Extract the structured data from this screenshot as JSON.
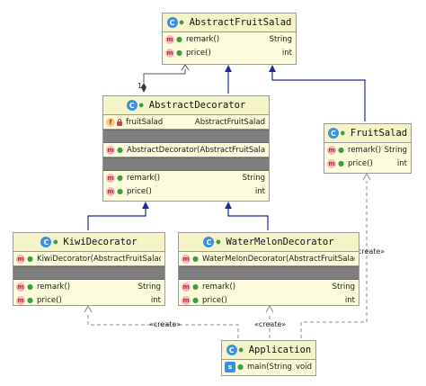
{
  "classes": {
    "abstract_fruit_salad": {
      "name": "AbstractFruitSalad",
      "methods": [
        {
          "name": "remark()",
          "type": "String"
        },
        {
          "name": "price()",
          "type": "int"
        }
      ]
    },
    "abstract_decorator": {
      "name": "AbstractDecorator",
      "fields": [
        {
          "name": "fruitSalad",
          "type": "AbstractFruitSalad"
        }
      ],
      "constructors": [
        {
          "name": "AbstractDecorator(AbstractFruitSalad)"
        }
      ],
      "methods": [
        {
          "name": "remark()",
          "type": "String"
        },
        {
          "name": "price()",
          "type": "int"
        }
      ]
    },
    "fruit_salad": {
      "name": "FruitSalad",
      "methods": [
        {
          "name": "remark()",
          "type": "String"
        },
        {
          "name": "price()",
          "type": "int"
        }
      ]
    },
    "kiwi_decorator": {
      "name": "KiwiDecorator",
      "constructors": [
        {
          "name": "KiwiDecorator(AbstractFruitSalad)"
        }
      ],
      "methods": [
        {
          "name": "remark()",
          "type": "String"
        },
        {
          "name": "price()",
          "type": "int"
        }
      ]
    },
    "watermelon_decorator": {
      "name": "WaterMelonDecorator",
      "constructors": [
        {
          "name": "WaterMelonDecorator(AbstractFruitSalad)"
        }
      ],
      "methods": [
        {
          "name": "remark()",
          "type": "String"
        },
        {
          "name": "price()",
          "type": "int"
        }
      ]
    },
    "application": {
      "name": "Application",
      "methods": [
        {
          "name": "main(String[])",
          "type": "void"
        }
      ]
    }
  },
  "labels": {
    "multiplicity": "1",
    "create": "«create»"
  },
  "icons": {
    "class": "C",
    "method": "m",
    "field": "f",
    "static_method": "s"
  },
  "colors": {
    "header_bg": "#f4f4c8",
    "body_bg": "#fcfcdc",
    "inheritance_line": "#1a2f99",
    "dependency_line": "#8c8c8c",
    "class_icon": "#3d8fe0"
  }
}
